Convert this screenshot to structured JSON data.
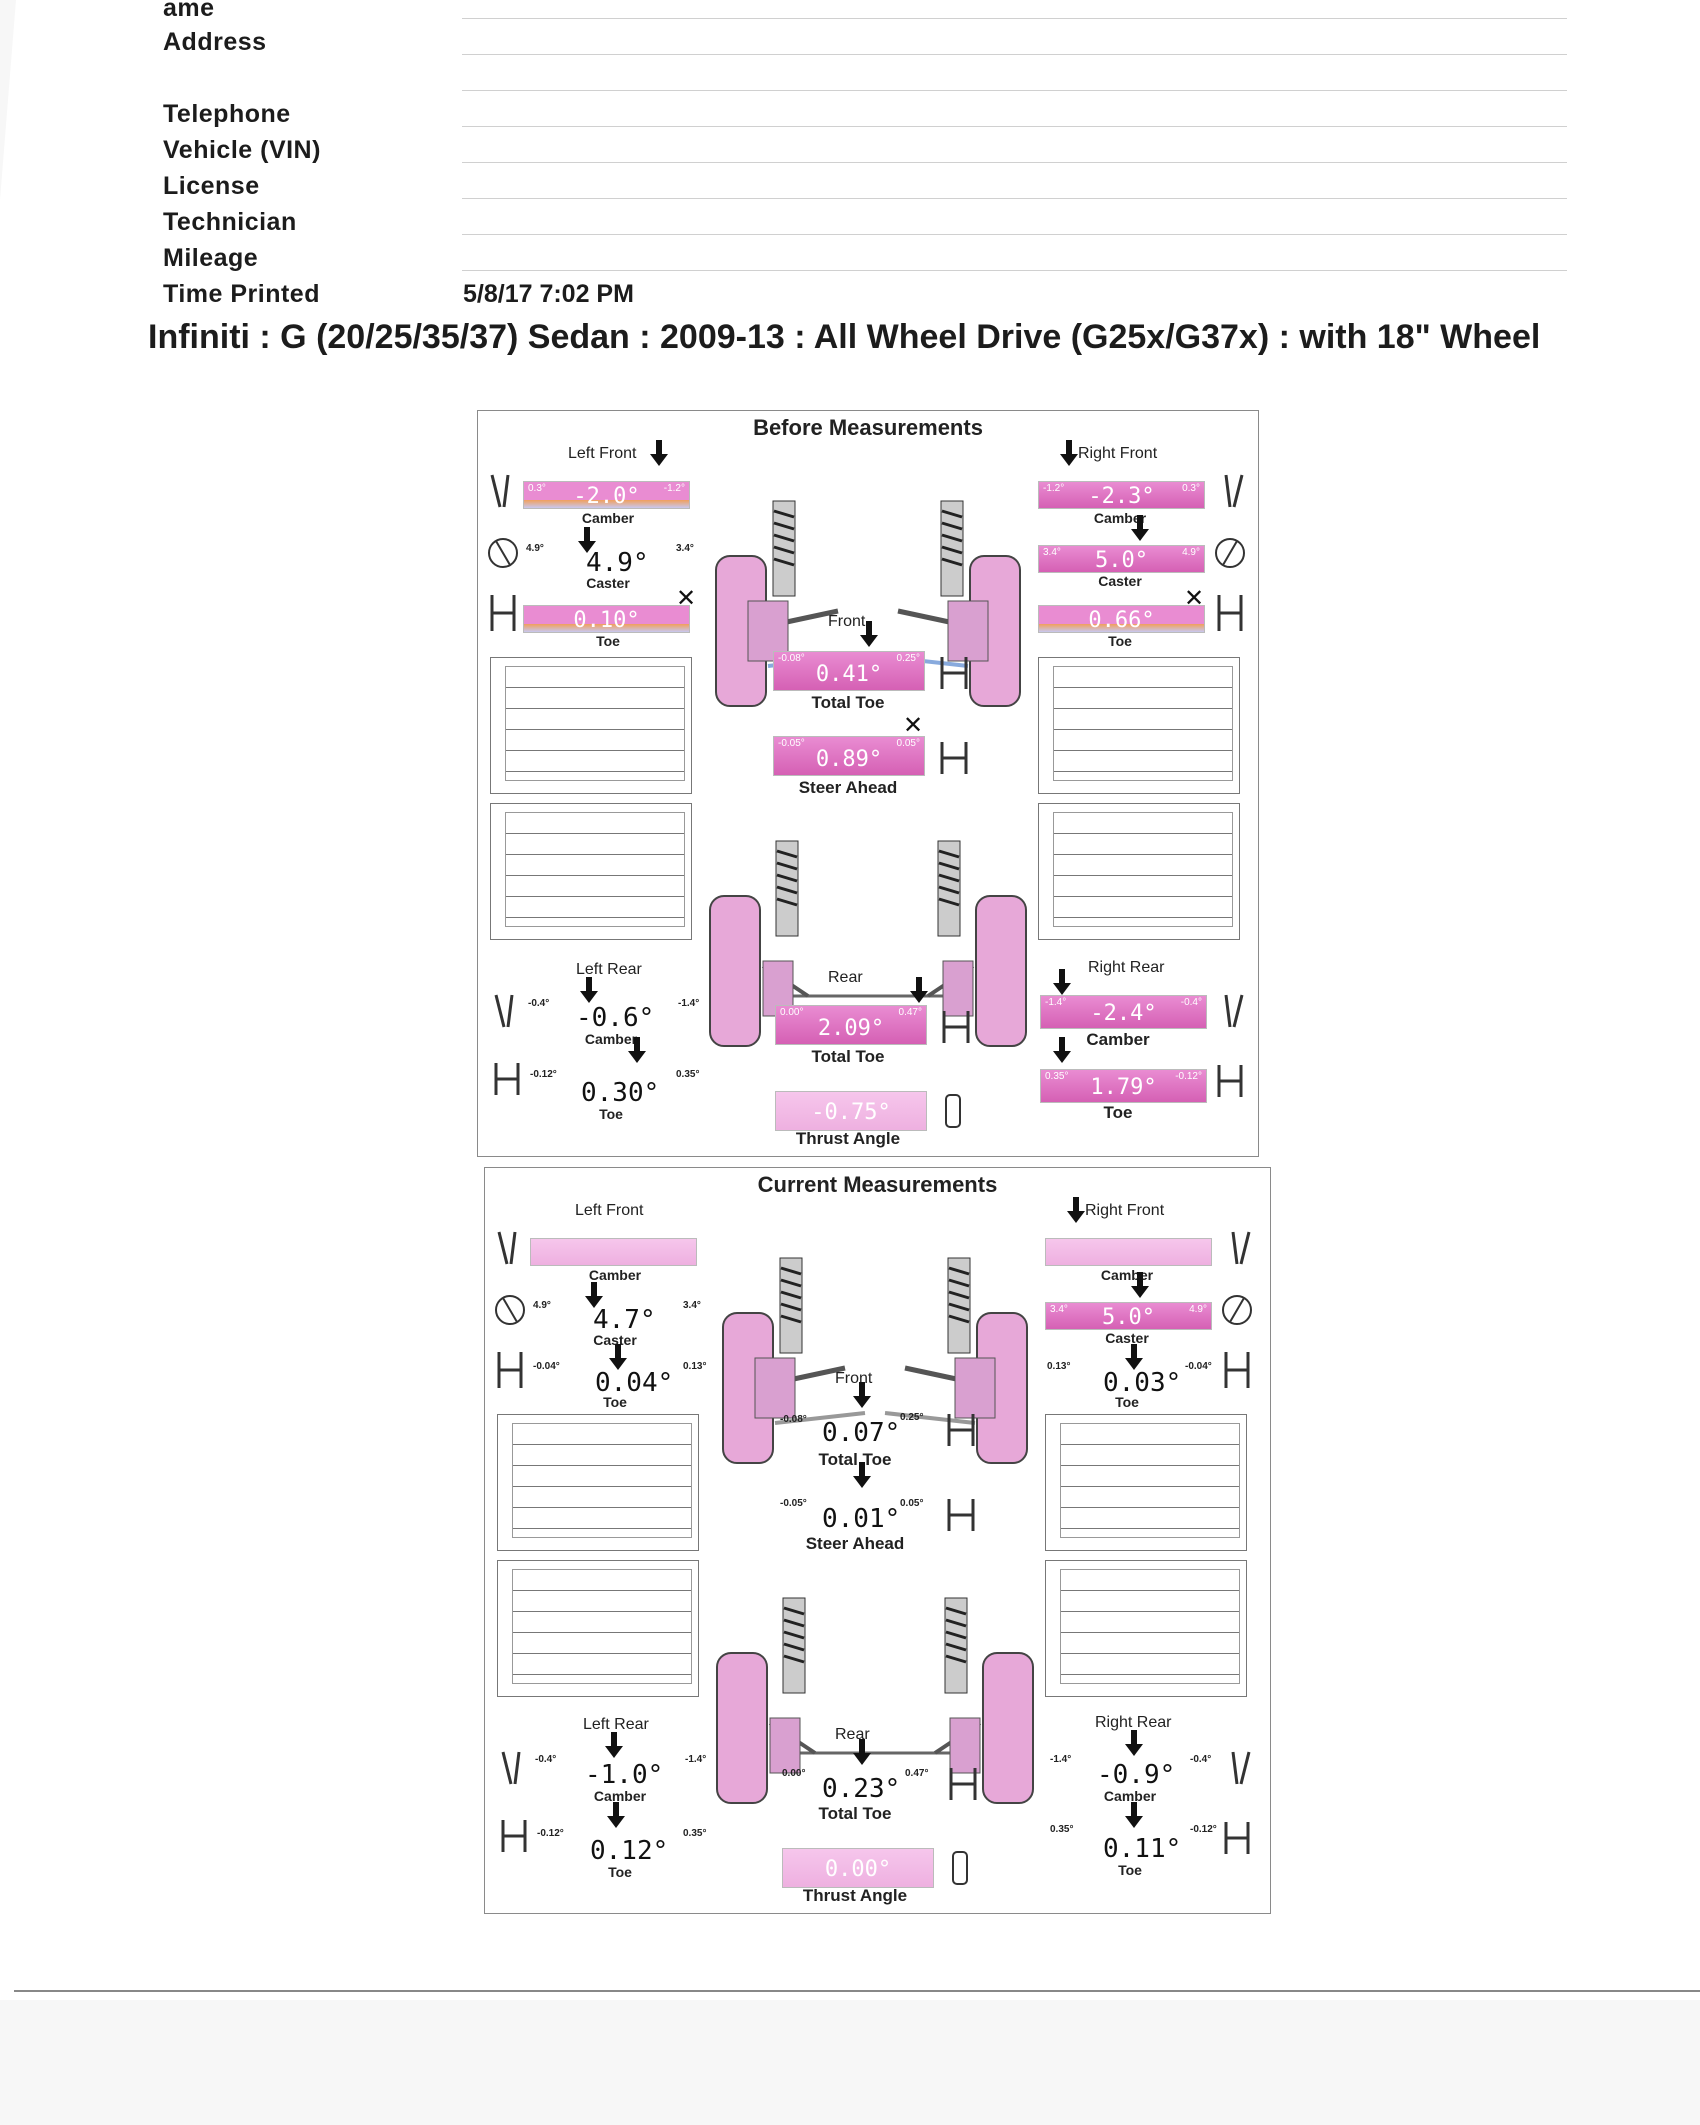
{
  "header": {
    "labels": [
      "ame",
      "Address",
      "Telephone",
      "Vehicle (VIN)",
      "License",
      "Technician",
      "Mileage",
      "Time Printed"
    ],
    "time_printed": "5/8/17 7:02 PM",
    "vehicle": "Infiniti : G (20/25/35/37) Sedan : 2009-13 : All Wheel Drive (G25x/G37x) : with 18\" Wheel"
  },
  "labels": {
    "left_front": "Left Front",
    "right_front": "Right Front",
    "left_rear": "Left Rear",
    "right_rear": "Right Rear",
    "front": "Front",
    "rear": "Rear",
    "camber": "Camber",
    "caster": "Caster",
    "toe": "Toe",
    "total_toe": "Total Toe",
    "steer_ahead": "Steer Ahead",
    "thrust_angle": "Thrust Angle"
  },
  "before": {
    "title": "Before Measurements",
    "lf": {
      "camber": "-2.0°",
      "camber_min": "0.3°",
      "camber_max": "-1.2°",
      "caster": "4.9°",
      "caster_min": "4.9°",
      "caster_max": "3.4°",
      "toe": "0.10°"
    },
    "rf": {
      "camber": "-2.3°",
      "camber_min": "-1.2°",
      "camber_max": "0.3°",
      "caster": "5.0°",
      "caster_min": "3.4°",
      "caster_max": "4.9°",
      "toe": "0.66°"
    },
    "front": {
      "total_toe": "0.41°",
      "total_toe_min": "-0.08°",
      "total_toe_max": "0.25°",
      "steer_ahead": "0.89°",
      "steer_min": "-0.05°",
      "steer_max": "0.05°"
    },
    "lr": {
      "camber": "-0.6°",
      "camber_min": "-0.4°",
      "camber_max": "-1.4°",
      "toe": "0.30°",
      "toe_min": "-0.12°",
      "toe_max": "0.35°"
    },
    "rr": {
      "camber": "-2.4°",
      "camber_min": "-1.4°",
      "camber_max": "-0.4°",
      "toe": "1.79°",
      "toe_min": "0.35°",
      "toe_max": "-0.12°"
    },
    "rear": {
      "total_toe": "2.09°",
      "total_toe_min": "0.00°",
      "total_toe_max": "0.47°",
      "thrust": "-0.75°"
    }
  },
  "current": {
    "title": "Current Measurements",
    "lf": {
      "camber": "",
      "caster": "4.7°",
      "caster_min": "4.9°",
      "caster_max": "3.4°",
      "toe": "0.04°",
      "toe_min": "-0.04°",
      "toe_max": "0.13°"
    },
    "rf": {
      "camber": "",
      "caster": "5.0°",
      "caster_min": "3.4°",
      "caster_max": "4.9°",
      "toe": "0.03°",
      "toe_min": "0.13°",
      "toe_max": "-0.04°"
    },
    "front": {
      "total_toe": "0.07°",
      "total_toe_min": "-0.08°",
      "total_toe_max": "0.25°",
      "steer_ahead": "0.01°",
      "steer_min": "-0.05°",
      "steer_max": "0.05°"
    },
    "lr": {
      "camber": "-1.0°",
      "camber_min": "-0.4°",
      "camber_max": "-1.4°",
      "toe": "0.12°",
      "toe_min": "-0.12°",
      "toe_max": "0.35°"
    },
    "rr": {
      "camber": "-0.9°",
      "camber_min": "-1.4°",
      "camber_max": "-0.4°",
      "toe": "0.11°",
      "toe_min": "0.35°",
      "toe_max": "-0.12°"
    },
    "rear": {
      "total_toe": "0.23°",
      "total_toe_min": "0.00°",
      "total_toe_max": "0.47°",
      "thrust": "0.00°"
    }
  },
  "colors": {
    "bar": "#d560b4",
    "bar_light": "#f3bde7",
    "text": "#1c1c1c"
  }
}
